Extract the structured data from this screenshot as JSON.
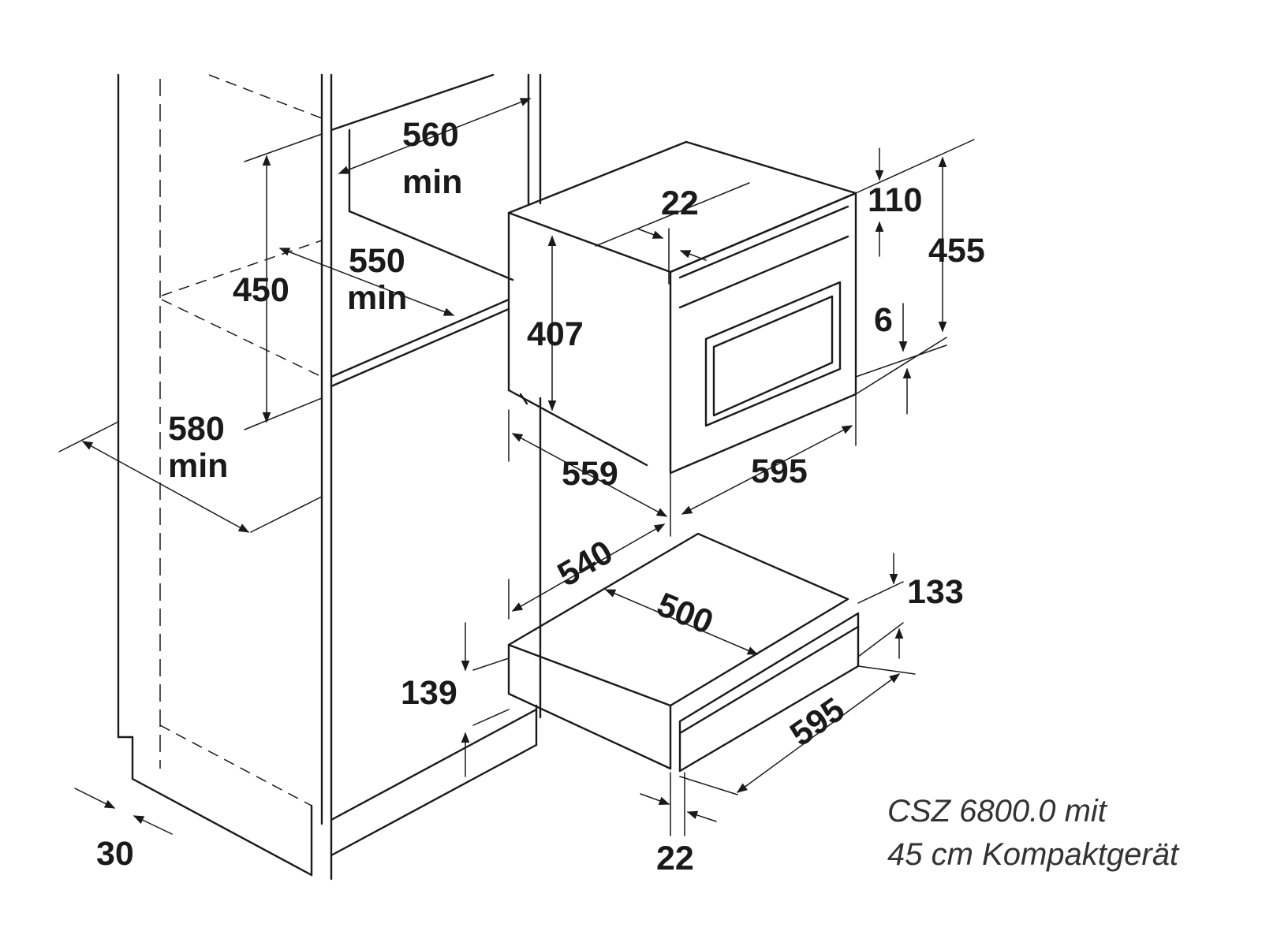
{
  "dimensions": {
    "niche_width": "560",
    "niche_width_note": "min",
    "niche_depth": "550",
    "niche_depth_note": "min",
    "niche_height": "450",
    "cabinet_depth": "580",
    "cabinet_depth_note": "min",
    "plinth_setback": "30",
    "oven_body_height": "407",
    "oven_front_thickness": "22",
    "top_gap": "110",
    "total_height": "455",
    "bottom_gap": "6",
    "oven_depth": "559",
    "oven_width": "595",
    "drawer_depth": "540",
    "drawer_inner_width": "500",
    "drawer_front_height": "133",
    "drawer_body_height": "139",
    "drawer_width": "595",
    "drawer_front_thickness": "22"
  },
  "caption": {
    "line1": "CSZ 6800.0 mit",
    "line2": "45 cm Kompaktgerät"
  }
}
